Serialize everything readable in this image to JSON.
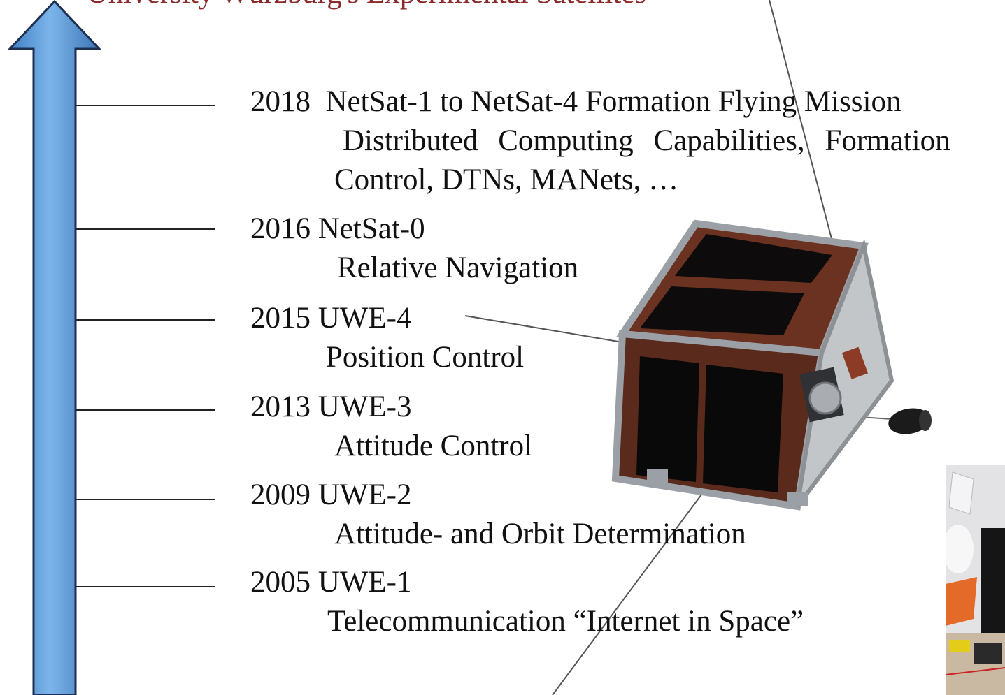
{
  "header": {
    "title_fragment": "— University Würzburg's Experimental Satellites"
  },
  "timeline": {
    "entries": [
      {
        "year": "2018",
        "mission": "NetSat-1 to NetSat-4  Formation Flying Mission",
        "description": "Distributed Computing Capabilities, Formation",
        "description2": "Control, DTNs, MANets, …"
      },
      {
        "year": "2016",
        "mission": "NetSat-0",
        "description": "Relative Navigation"
      },
      {
        "year": "2015",
        "mission": "UWE-4",
        "description": "Position Control"
      },
      {
        "year": "2013",
        "mission": "UWE-3",
        "description": "Attitude Control"
      },
      {
        "year": "2009",
        "mission": "UWE-2",
        "description": "Attitude- and Orbit Determination"
      },
      {
        "year": "2005",
        "mission": "UWE-1",
        "description": "Telecommunication “Internet in Space”"
      }
    ]
  },
  "colors": {
    "arrow_fill": "#5b9bd5",
    "arrow_stroke": "#1f2f4f",
    "title": "#8a2a2a",
    "panel": "#5a2a1c",
    "frame": "#b9bcbf"
  },
  "illustrations": [
    "cubesat-render",
    "lab-photo"
  ]
}
